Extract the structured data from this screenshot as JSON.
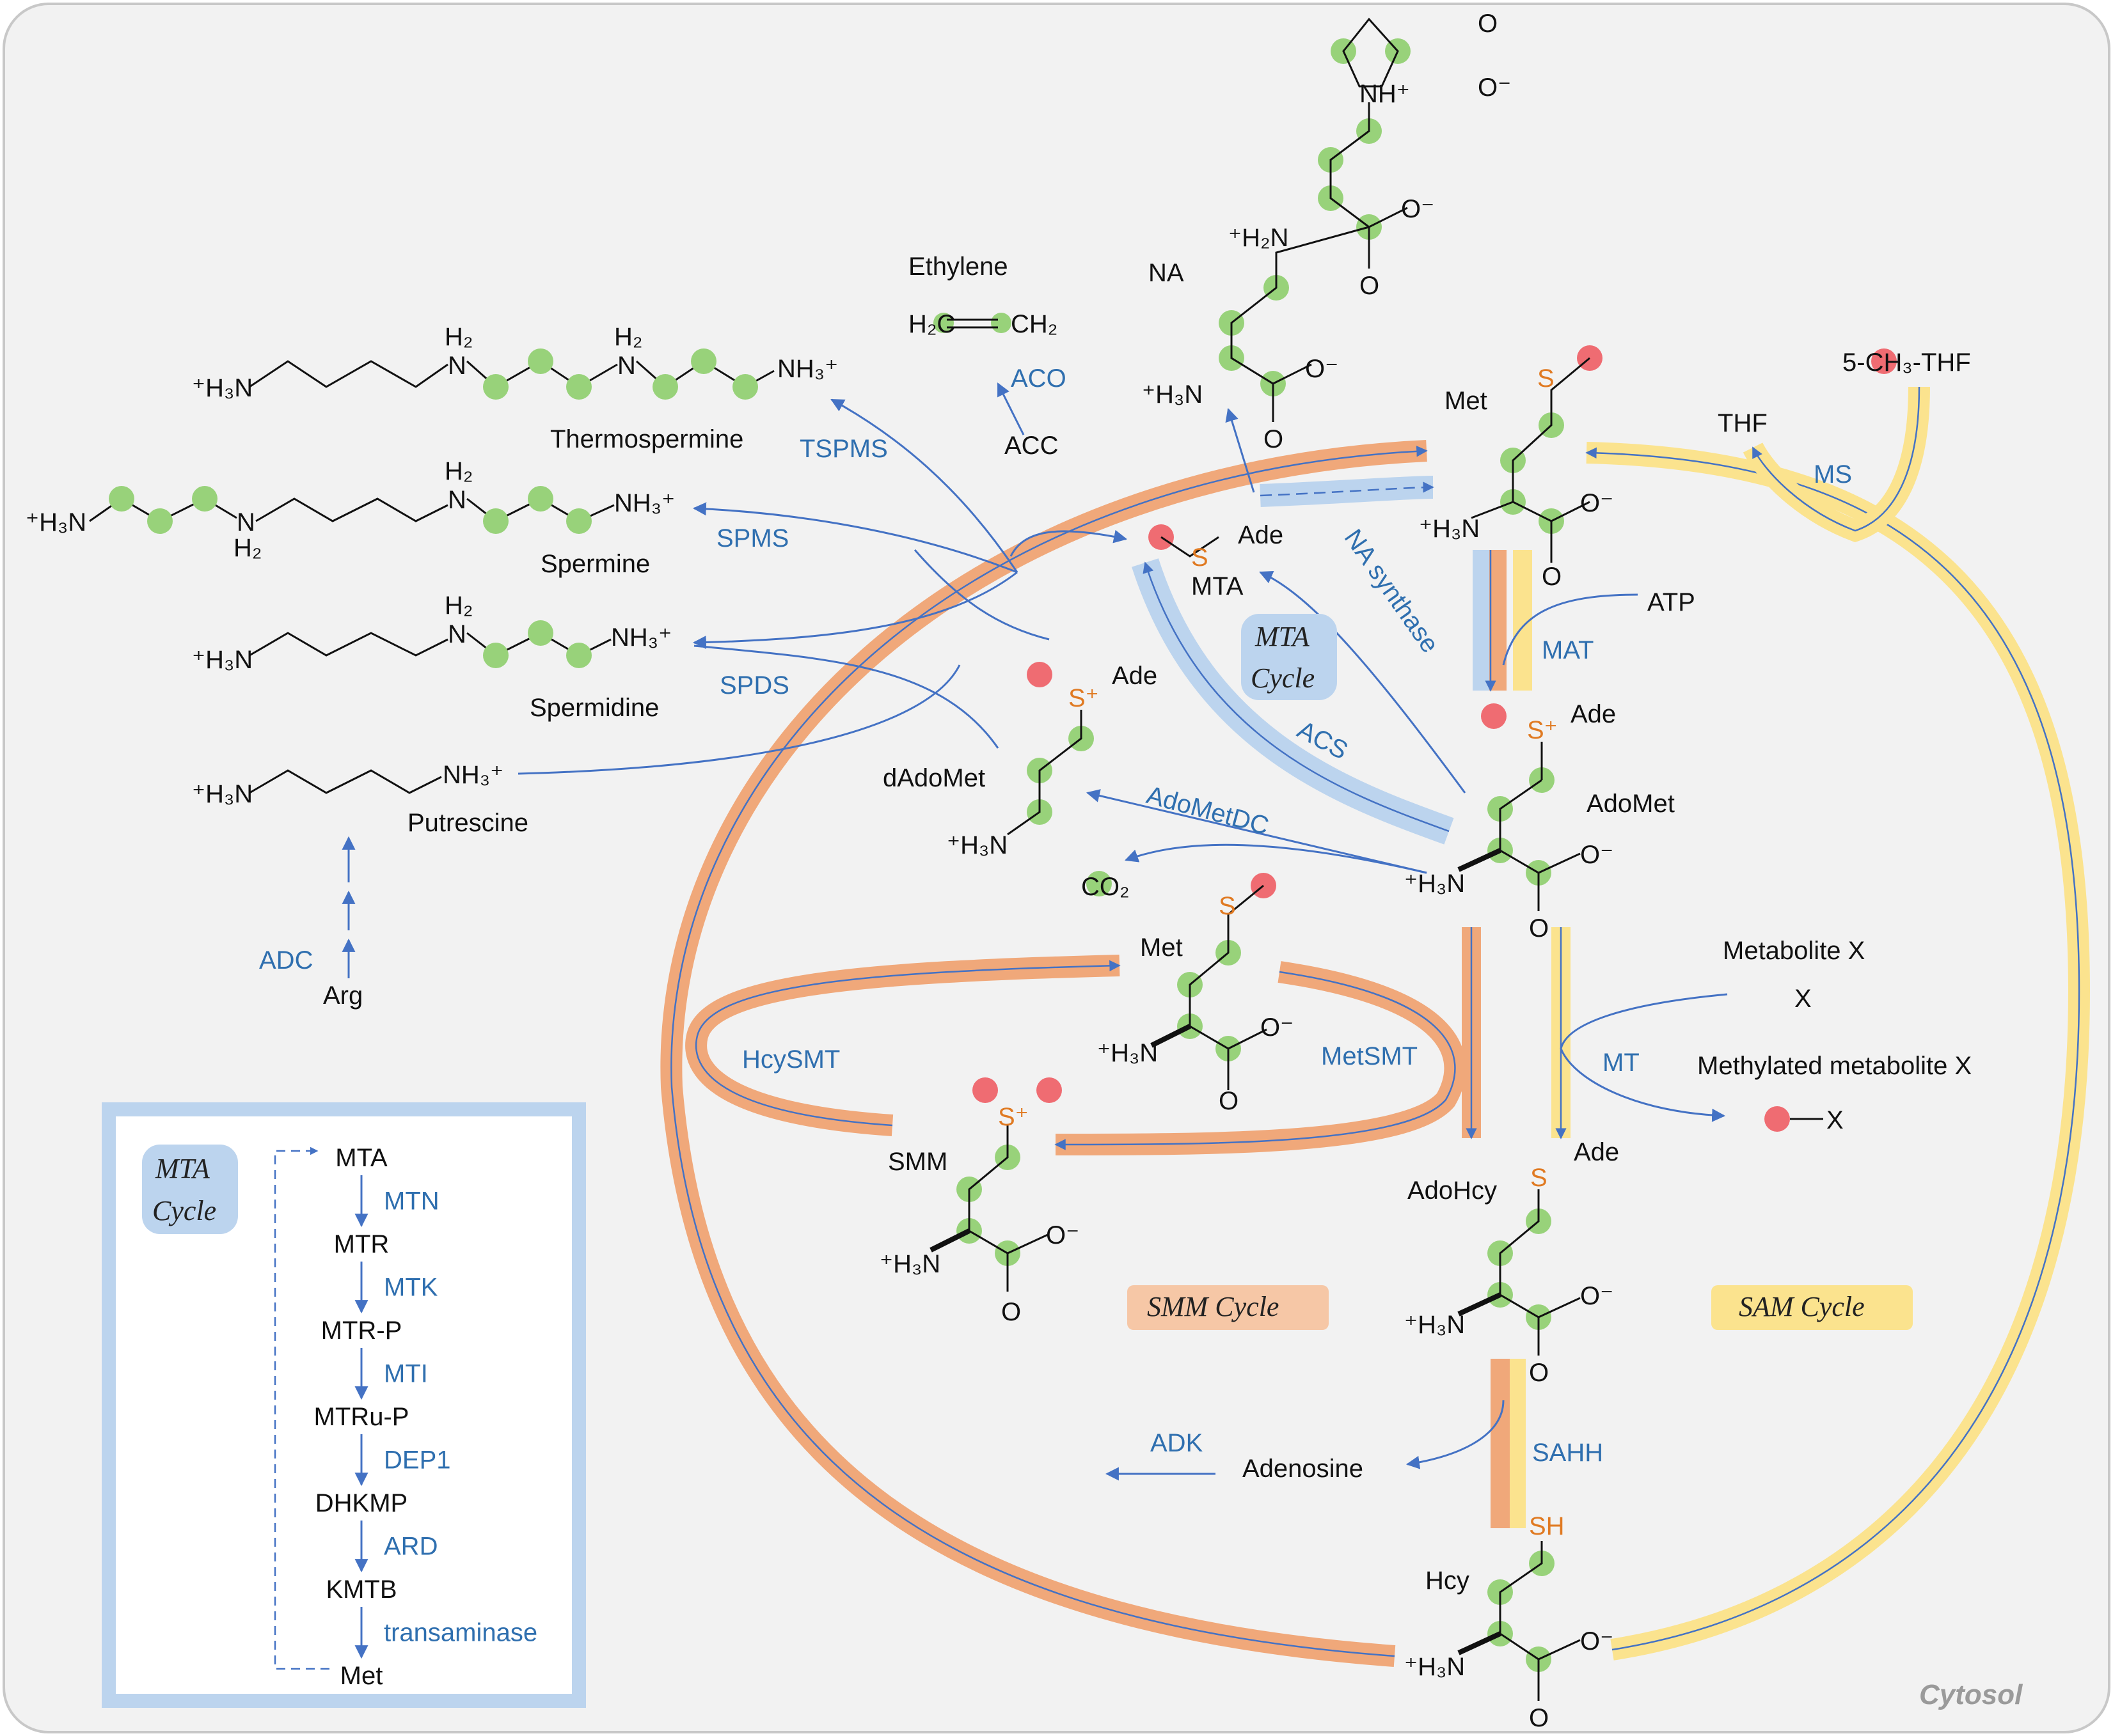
{
  "cytosol": "Cytosol",
  "cycles": {
    "mta": [
      "MTA",
      "Cycle"
    ],
    "smm": "SMM Cycle",
    "sam": "SAM Cycle"
  },
  "compounds": {
    "ethylene": "Ethylene",
    "acc": "ACC",
    "na": "NA",
    "met_top": "Met",
    "mta": "MTA",
    "thermospermine": "Thermospermine",
    "spermine": "Spermine",
    "spermidine": "Spermidine",
    "putrescine": "Putrescine",
    "arg": "Arg",
    "dadomet": "dAdoMet",
    "co2": "CO₂",
    "atp": "ATP",
    "adomet": "AdoMet",
    "thf": "THF",
    "methyl_thf": "5-CH₃-THF",
    "met_mid": "Met",
    "smm": "SMM",
    "metabolite_x": "Metabolite X",
    "x": "X",
    "methylated_x": "Methylated metabolite X",
    "x_product": "X",
    "adohcy": "AdoHcy",
    "adenosine": "Adenosine",
    "hcy": "Hcy"
  },
  "enzymes": {
    "aco": "ACO",
    "tspms": "TSPMS",
    "spms": "SPMS",
    "spds": "SPDS",
    "adc": "ADC",
    "na_synthase": "NA synthase",
    "acs": "ACS",
    "adometdc": "AdoMetDC",
    "mat": "MAT",
    "ms": "MS",
    "hcysmt": "HcySMT",
    "metsmt": "MetSMT",
    "mt": "MT",
    "adk": "ADK",
    "sahh": "SAHH"
  },
  "chem_labels": {
    "ade": "Ade",
    "s": "S",
    "s_plus": "S⁺",
    "sh": "SH",
    "h3n_plus": "⁺H₃N",
    "nh3_plus": "NH₃⁺",
    "h2": "H₂",
    "n": "N",
    "plus": "+",
    "o": "O",
    "o_minus": "O⁻",
    "nh_plus": "NH⁺",
    "h2n_plus": "⁺H₂N",
    "h2c": "H₂C",
    "ch2": "CH₂"
  },
  "inset": {
    "badge": [
      "MTA",
      "Cycle"
    ],
    "steps": [
      {
        "compound": "MTA",
        "enzyme": "MTN"
      },
      {
        "compound": "MTR",
        "enzyme": "MTK"
      },
      {
        "compound": "MTR-P",
        "enzyme": "MTI"
      },
      {
        "compound": "MTRu-P",
        "enzyme": "DEP1"
      },
      {
        "compound": "DHKMP",
        "enzyme": "ARD"
      },
      {
        "compound": "KMTB",
        "enzyme": "transaminase"
      },
      {
        "compound": "Met",
        "enzyme": ""
      }
    ]
  },
  "colors": {
    "frame": "#f2f2f2",
    "enzyme_text": "#2f6faf",
    "arrow": "#4472c4",
    "smm_band": "#f0a87a",
    "sam_band": "#fbe38e",
    "mta_band": "#bcd4ee",
    "carbon_dot": "#98d27a",
    "methyl_dot": "#ef6c72",
    "sulfur": "#e07a22"
  }
}
